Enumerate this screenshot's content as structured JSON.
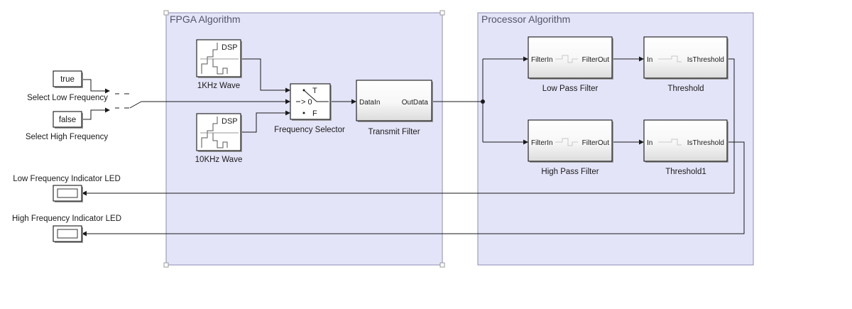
{
  "areas": {
    "fpga": {
      "title": "FPGA Algorithm"
    },
    "processor": {
      "title": "Processor Algorithm"
    }
  },
  "constants": {
    "low": {
      "value": "true",
      "label": "Select Low Frequency"
    },
    "high": {
      "value": "false",
      "label": "Select High Frequency"
    }
  },
  "sources": {
    "wave1k": {
      "icon_text": "DSP",
      "label": "1KHz Wave"
    },
    "wave10k": {
      "icon_text": "DSP",
      "label": "10KHz Wave"
    }
  },
  "switch": {
    "label": "Frequency Selector",
    "true_port": "T",
    "false_port": "F",
    "criteria": "> 0"
  },
  "transmit_filter": {
    "label": "Transmit Filter",
    "in_port": "DataIn",
    "out_port": "OutData"
  },
  "low_pass": {
    "label": "Low Pass Filter",
    "in_port": "FilterIn",
    "out_port": "FilterOut"
  },
  "high_pass": {
    "label": "High Pass Filter",
    "in_port": "FilterIn",
    "out_port": "FilterOut"
  },
  "threshold": {
    "label": "Threshold",
    "in_port": "In",
    "out_port": "IsThreshold"
  },
  "threshold1": {
    "label": "Threshold1",
    "in_port": "In",
    "out_port": "IsThreshold"
  },
  "leds": {
    "low": {
      "label": "Low Frequency Indicator LED"
    },
    "high": {
      "label": "High Frequency Indicator LED"
    }
  }
}
